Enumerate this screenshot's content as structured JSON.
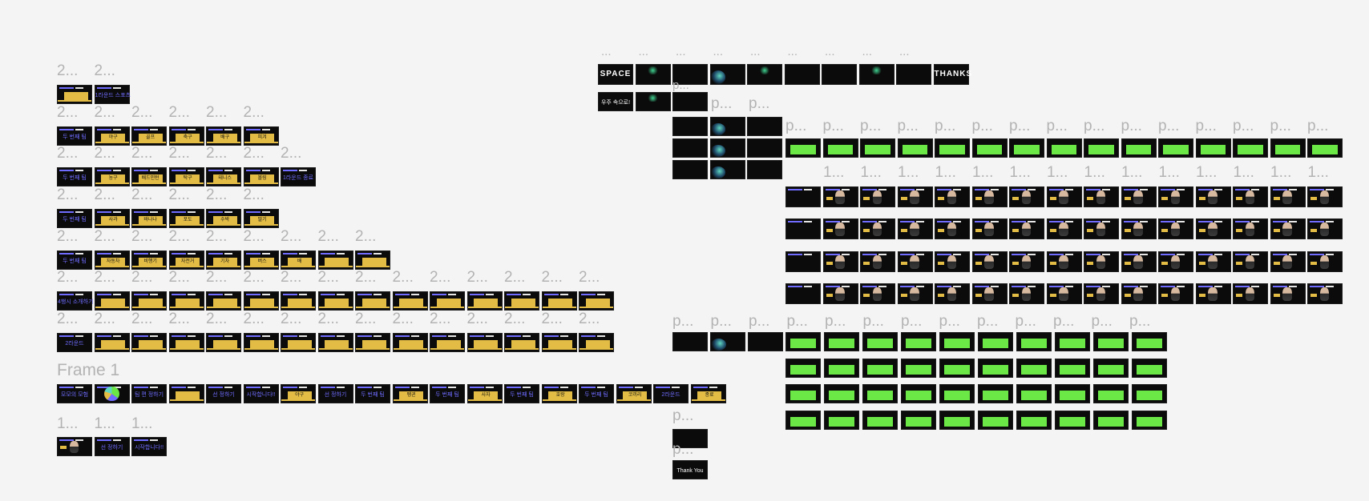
{
  "colors": {
    "canvas_bg": "#f4f4f4",
    "label": "#b3b3b3",
    "slide_bg": "#0b0b0b",
    "accent_purple": "#6f6cff",
    "accent_yellow": "#e2bc45",
    "accent_green": "#6be845"
  },
  "left_group": {
    "rows": [
      {
        "labels": [
          "2...",
          "2..."
        ],
        "slides": [
          {
            "style": "yellow",
            "text": ""
          },
          {
            "style": "purple",
            "text": "1라운드 스포츠"
          }
        ]
      },
      {
        "labels": [
          "2...",
          "2...",
          "2...",
          "2...",
          "2...",
          "2..."
        ],
        "slides": [
          {
            "style": "purple",
            "text": "두 번째 팀"
          },
          {
            "style": "yellow",
            "text": "야구"
          },
          {
            "style": "yellow",
            "text": "골프"
          },
          {
            "style": "yellow",
            "text": "축구"
          },
          {
            "style": "yellow",
            "text": "배구"
          },
          {
            "style": "yellow",
            "text": "피겨"
          }
        ]
      },
      {
        "labels": [
          "2...",
          "2...",
          "2...",
          "2...",
          "2...",
          "2...",
          "2..."
        ],
        "slides": [
          {
            "style": "purple",
            "text": "두 번째 팀"
          },
          {
            "style": "yellow",
            "text": "농구"
          },
          {
            "style": "yellow",
            "text": "배드민턴"
          },
          {
            "style": "yellow",
            "text": "탁구"
          },
          {
            "style": "yellow",
            "text": "테니스"
          },
          {
            "style": "yellow",
            "text": "볼링"
          },
          {
            "style": "purple",
            "text": "1라운드 종료"
          }
        ]
      },
      {
        "labels": [
          "2...",
          "2...",
          "2...",
          "2...",
          "2...",
          "2..."
        ],
        "slides": [
          {
            "style": "purple",
            "text": "두 번째 팀"
          },
          {
            "style": "yellow",
            "text": "사과"
          },
          {
            "style": "yellow",
            "text": "바나나"
          },
          {
            "style": "yellow",
            "text": "포도"
          },
          {
            "style": "yellow",
            "text": "수박"
          },
          {
            "style": "yellow",
            "text": "딸기"
          }
        ]
      },
      {
        "labels": [
          "2...",
          "2...",
          "2...",
          "2...",
          "2...",
          "2...",
          "2...",
          "2...",
          "2..."
        ],
        "slides": [
          {
            "style": "purple",
            "text": "두 번째 팀"
          },
          {
            "style": "yellow",
            "text": "자동차"
          },
          {
            "style": "yellow",
            "text": "비행기"
          },
          {
            "style": "yellow",
            "text": "자전거"
          },
          {
            "style": "yellow",
            "text": "기차"
          },
          {
            "style": "yellow",
            "text": "버스"
          },
          {
            "style": "yellow",
            "text": "배"
          },
          {
            "style": "yellow",
            "text": ""
          },
          {
            "style": "yellow",
            "text": ""
          }
        ]
      },
      {
        "labels": [
          "2...",
          "2...",
          "2...",
          "2...",
          "2...",
          "2...",
          "2...",
          "2...",
          "2...",
          "2...",
          "2...",
          "2...",
          "2...",
          "2...",
          "2..."
        ],
        "slides": [
          {
            "style": "purple",
            "text": "4행시 소개하기"
          },
          {
            "style": "yellow",
            "text": ""
          },
          {
            "style": "yellow",
            "text": ""
          },
          {
            "style": "yellow",
            "text": ""
          },
          {
            "style": "yellow",
            "text": ""
          },
          {
            "style": "yellow",
            "text": ""
          },
          {
            "style": "yellow",
            "text": ""
          },
          {
            "style": "yellow",
            "text": ""
          },
          {
            "style": "yellow",
            "text": ""
          },
          {
            "style": "yellow",
            "text": ""
          },
          {
            "style": "yellow",
            "text": ""
          },
          {
            "style": "yellow",
            "text": ""
          },
          {
            "style": "yellow",
            "text": ""
          },
          {
            "style": "yellow",
            "text": ""
          },
          {
            "style": "yellow",
            "text": ""
          }
        ]
      },
      {
        "labels": [
          "2...",
          "2...",
          "2...",
          "2...",
          "2...",
          "2...",
          "2...",
          "2...",
          "2...",
          "2...",
          "2...",
          "2...",
          "2...",
          "2...",
          "2..."
        ],
        "slides": [
          {
            "style": "purple",
            "text": "2라운드"
          },
          {
            "style": "yellow",
            "text": ""
          },
          {
            "style": "yellow",
            "text": ""
          },
          {
            "style": "yellow",
            "text": ""
          },
          {
            "style": "yellow",
            "text": ""
          },
          {
            "style": "yellow",
            "text": ""
          },
          {
            "style": "yellow",
            "text": ""
          },
          {
            "style": "yellow",
            "text": ""
          },
          {
            "style": "yellow",
            "text": ""
          },
          {
            "style": "yellow",
            "text": ""
          },
          {
            "style": "yellow",
            "text": ""
          },
          {
            "style": "yellow",
            "text": ""
          },
          {
            "style": "yellow",
            "text": ""
          },
          {
            "style": "yellow",
            "text": ""
          },
          {
            "style": "yellow",
            "text": ""
          }
        ]
      }
    ],
    "frame1": {
      "label": "Frame 1",
      "slides": [
        {
          "style": "purple-big",
          "text": "모모의 모험"
        },
        {
          "style": "pie",
          "text": ""
        },
        {
          "style": "purple",
          "text": "팀 편 정하기"
        },
        {
          "style": "yellow",
          "text": ""
        },
        {
          "style": "purple",
          "text": "선 정하기"
        },
        {
          "style": "purple",
          "text": "시작합니다!!"
        },
        {
          "style": "yellow",
          "text": "야구"
        },
        {
          "style": "purple",
          "text": "선 정하기"
        },
        {
          "style": "purple",
          "text": "두 번째 팀"
        },
        {
          "style": "yellow",
          "text": "펭귄"
        },
        {
          "style": "purple",
          "text": "두 번째 팀"
        },
        {
          "style": "yellow",
          "text": "사자"
        },
        {
          "style": "purple",
          "text": "두 번째 팀"
        },
        {
          "style": "yellow",
          "text": "호랑"
        },
        {
          "style": "purple",
          "text": "두 번째 팀"
        },
        {
          "style": "yellow",
          "text": "코끼리"
        },
        {
          "style": "purple",
          "text": "2라운드"
        },
        {
          "style": "yellow",
          "text": "종료"
        }
      ]
    },
    "bottom_row": {
      "labels": [
        "1...",
        "1...",
        "1..."
      ],
      "slides": [
        {
          "style": "person",
          "text": ""
        },
        {
          "style": "purple",
          "text": "선 정하기"
        },
        {
          "style": "purple",
          "text": "시작합니다!!"
        }
      ]
    }
  },
  "right_group": {
    "top_labels": [
      "...",
      "...",
      "...",
      "...",
      "...",
      "...",
      "...",
      "...",
      "..."
    ],
    "top_slides": [
      {
        "style": "title",
        "text": "SPACE"
      },
      {
        "style": "glow",
        "text": ""
      },
      {
        "style": "dark",
        "text": ""
      },
      {
        "style": "planet",
        "text": ""
      },
      {
        "style": "glow",
        "text": ""
      },
      {
        "style": "dark",
        "text": ""
      },
      {
        "style": "dark",
        "text": ""
      },
      {
        "style": "glow",
        "text": ""
      },
      {
        "style": "dark",
        "text": ""
      },
      {
        "style": "title",
        "text": "THANKS"
      }
    ],
    "second_row": [
      {
        "style": "dark",
        "text": "우주 속으로!"
      },
      {
        "style": "glow",
        "text": ""
      },
      {
        "style": "dark",
        "text": ""
      }
    ],
    "p_label": "p...",
    "left_col": [
      {
        "style": "dark",
        "text": ""
      },
      {
        "style": "planet",
        "text": ""
      },
      {
        "style": "dark",
        "text": ""
      },
      {
        "style": "dark",
        "text": ""
      },
      {
        "style": "planet",
        "text": ""
      },
      {
        "style": "dark",
        "text": ""
      },
      {
        "style": "dark",
        "text": ""
      },
      {
        "style": "planet",
        "text": ""
      },
      {
        "style": "dark",
        "text": ""
      }
    ],
    "green_row_texts": [
      "",
      "",
      "",
      "",
      "",
      "",
      "",
      "",
      "",
      "",
      "",
      "",
      "",
      "",
      ""
    ],
    "person_label": "1...",
    "person_rows": 4,
    "person_cols": 16,
    "green_grid_rows": 4,
    "green_grid_cols": 10,
    "green_grid_texts": [
      [
        "",
        "",
        "",
        "",
        "",
        "",
        "",
        "",
        "",
        ""
      ],
      [
        "",
        "",
        "",
        "",
        "",
        "",
        "",
        "",
        "",
        ""
      ],
      [
        "",
        "",
        "",
        "",
        "",
        "",
        "",
        "",
        "",
        ""
      ],
      [
        "",
        "",
        "",
        "",
        "",
        "",
        "",
        "",
        "",
        ""
      ]
    ],
    "end_slides": [
      {
        "style": "dark",
        "text": ""
      },
      {
        "style": "dark",
        "text": "Thank You"
      }
    ]
  }
}
